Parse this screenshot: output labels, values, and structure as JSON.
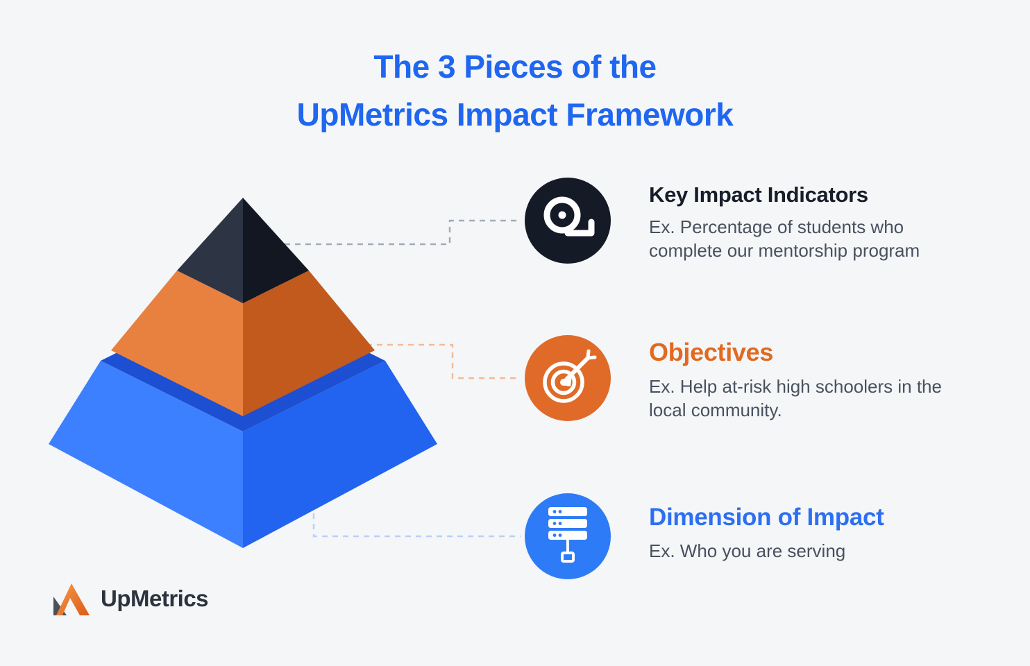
{
  "title": {
    "line1": "The 3 Pieces of the",
    "line2": "UpMetrics Impact Framework"
  },
  "items": [
    {
      "heading": "Key Impact Indicators",
      "description": "Ex. Percentage of students who complete our mentorship program",
      "icon": "tape-measure-icon",
      "icon_bg": "#141a26"
    },
    {
      "heading": "Objectives",
      "description": "Ex. Help at-risk high schoolers in the local community.",
      "icon": "target-icon",
      "icon_bg": "#e06b28"
    },
    {
      "heading": "Dimension of Impact",
      "description": "Ex. Who you are serving",
      "icon": "server-stack-icon",
      "icon_bg": "#2e7bf7"
    }
  ],
  "pyramid": {
    "tiers": [
      {
        "name": "Key Impact Indicators",
        "face_left": "#2d3444",
        "face_right": "#121722"
      },
      {
        "name": "Objectives",
        "face_left": "#e8813f",
        "face_right": "#c2591d"
      },
      {
        "name": "Dimension of Impact",
        "face_left": "#3d80ff",
        "face_right": "#2263f0",
        "face_top": "#1d4fd2"
      }
    ]
  },
  "connectors": [
    {
      "stroke": "#a3abb8"
    },
    {
      "stroke": "#f3bb97"
    },
    {
      "stroke": "#b9d0f7"
    }
  ],
  "logo": {
    "text": "UpMetrics",
    "mark_orange": "#e86f24",
    "mark_dark": "#4a4f58"
  },
  "colors": {
    "background": "#f4f6f8",
    "title_blue": "#1f66f0",
    "heading_dark": "#171d29",
    "heading_orange": "#e2691f",
    "heading_blue": "#2d6ff2",
    "body_gray": "#49505e"
  }
}
